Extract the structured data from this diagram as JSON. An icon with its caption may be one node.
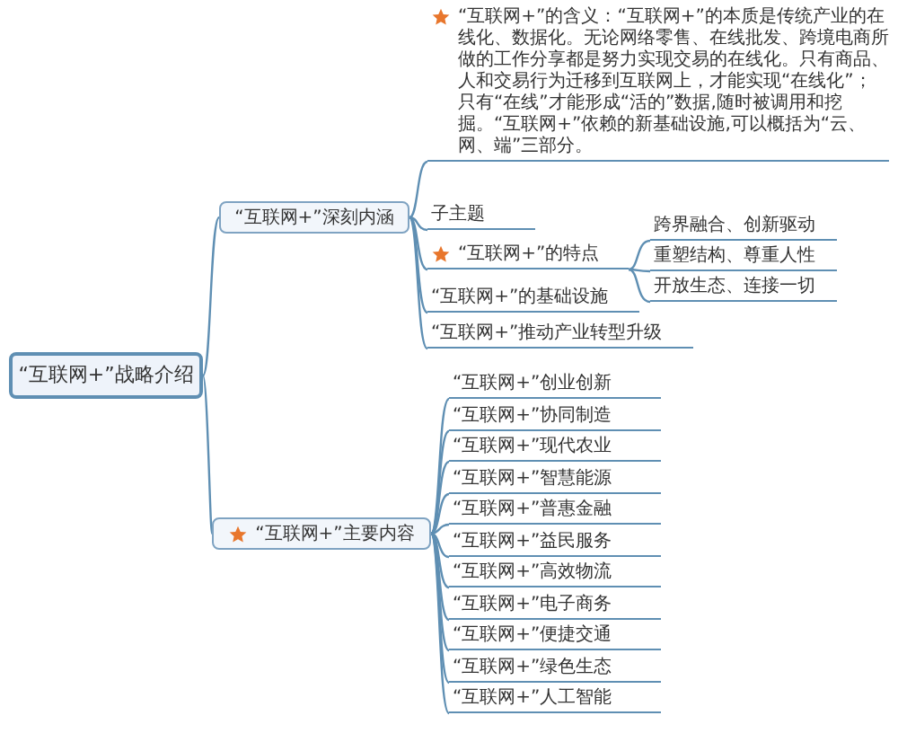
{
  "diagram": {
    "nodes": [
      {
        "text": [
          "“互联网+”战略介绍"
        ]
      },
      {
        "text": [
          "“互联网+”深刻内涵"
        ]
      },
      {
        "text": [
          "“互联网+”的含义：“互联网+”的本质是传统产业的在线化、数据化。无论网络零售、在线批发、跨境电商所做的工作分享都是努力实现交易的在线化。只有商品、人和交易行为迁移到互联网上，才能实现“在线化”；只有“在线”才能形成“活的”数据,随时被调用和挖掘。“互联网+”依赖的新基础设施,可以概括为“云、网、端”三部分。"
        ]
      },
      {
        "text": [
          "子主题"
        ]
      },
      {
        "text": [
          "“互联网+”的特点"
        ]
      },
      {
        "text": [
          "跨界融合、创新驱动"
        ]
      },
      {
        "text": [
          "重塑结构、尊重人性"
        ]
      },
      {
        "text": [
          "开放生态、连接一切"
        ]
      },
      {
        "text": [
          "“互联网+”的基础设施"
        ]
      },
      {
        "text": [
          "“互联网+”推动产业转型升级"
        ]
      },
      {
        "text": [
          "“互联网+”主要内容"
        ]
      },
      {
        "text": [
          "“互联网+”创业创新"
        ]
      },
      {
        "text": [
          "“互联网+”协同制造"
        ]
      },
      {
        "text": [
          "“互联网+”现代农业"
        ]
      },
      {
        "text": [
          "“互联网+”智慧能源"
        ]
      },
      {
        "text": [
          "“互联网+”普惠金融"
        ]
      },
      {
        "text": [
          "“互联网+”益民服务"
        ]
      },
      {
        "text": [
          "“互联网+”高效物流"
        ]
      },
      {
        "text": [
          "“互联网+”电子商务"
        ]
      },
      {
        "text": [
          "“互联网+”便捷交通"
        ]
      },
      {
        "text": [
          "“互联网+”绿色生态"
        ]
      },
      {
        "text": [
          "“互联网+”人工智能"
        ]
      }
    ],
    "edges": [
      {
        "from": 0,
        "to": 1,
        "arrow": "none"
      },
      {
        "from": 1,
        "to": 2,
        "arrow": "none"
      },
      {
        "from": 1,
        "to": 3,
        "arrow": "none"
      },
      {
        "from": 1,
        "to": 4,
        "arrow": "none"
      },
      {
        "from": 4,
        "to": 5,
        "arrow": "none"
      },
      {
        "from": 4,
        "to": 6,
        "arrow": "none"
      },
      {
        "from": 4,
        "to": 7,
        "arrow": "none"
      },
      {
        "from": 1,
        "to": 8,
        "arrow": "none"
      },
      {
        "from": 1,
        "to": 9,
        "arrow": "none"
      },
      {
        "from": 0,
        "to": 10,
        "arrow": "none"
      },
      {
        "from": 10,
        "to": 11,
        "arrow": "none"
      },
      {
        "from": 10,
        "to": 12,
        "arrow": "none"
      },
      {
        "from": 10,
        "to": 13,
        "arrow": "none"
      },
      {
        "from": 10,
        "to": 14,
        "arrow": "none"
      },
      {
        "from": 10,
        "to": 15,
        "arrow": "none"
      },
      {
        "from": 10,
        "to": 16,
        "arrow": "none"
      },
      {
        "from": 10,
        "to": 17,
        "arrow": "none"
      },
      {
        "from": 10,
        "to": 18,
        "arrow": "none"
      },
      {
        "from": 10,
        "to": 19,
        "arrow": "none"
      },
      {
        "from": 10,
        "to": 20,
        "arrow": "none"
      },
      {
        "from": 10,
        "to": 21,
        "arrow": "none"
      }
    ]
  }
}
